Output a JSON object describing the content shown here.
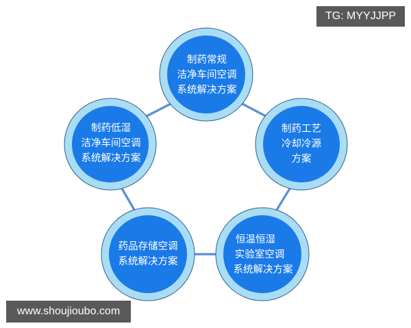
{
  "colors": {
    "ring": "#a9dcf5",
    "ring_stroke": "#2b5f86",
    "fill": "#1a7ae8",
    "connector": "#2e6fc0",
    "badge_bg": "#595959",
    "text": "#ffffff"
  },
  "nodes": [
    {
      "id": "top",
      "lines": [
        "制药常规",
        "洁净车间空调",
        "系统解决方案"
      ]
    },
    {
      "id": "right",
      "lines": [
        "制药工艺",
        "冷却冷源",
        "方案"
      ]
    },
    {
      "id": "bottom-right",
      "lines": [
        "恒温恒湿",
        "实验室空调",
        "系统解决方案"
      ]
    },
    {
      "id": "bottom-left",
      "lines": [
        "药品存储空调",
        "系统解决方案"
      ]
    },
    {
      "id": "left",
      "lines": [
        "制药低湿",
        "洁净车间空调",
        "系统解决方案"
      ]
    }
  ],
  "watermarks": {
    "top_right": "TG: MYYJJPP",
    "bottom_left": "www.shoujioubo.com"
  }
}
